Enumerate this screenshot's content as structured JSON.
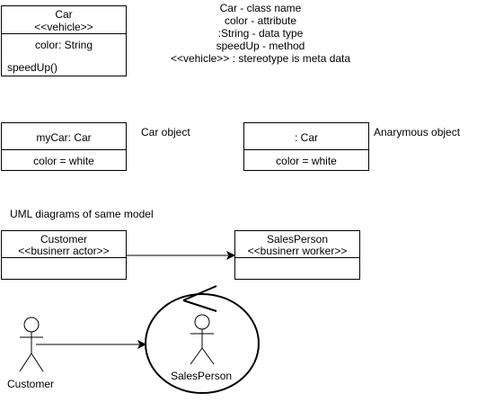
{
  "car_class": {
    "name": "Car",
    "stereotype": "<<vehicle>>",
    "attribute": "color: String",
    "operation": "speedUp()"
  },
  "notes": [
    "Car - class name",
    "color - attribute",
    ":String - data type",
    "speedUp - method",
    "<<vehicle>> : stereotype is meta data"
  ],
  "mycar_object": {
    "title": "myCar: Car",
    "value": "color = white",
    "caption": "Car object"
  },
  "anon_object": {
    "title": ": Car",
    "value": "color = white",
    "caption": "Anarymous object"
  },
  "uml_heading": "UML diagrams of same model",
  "customer_class": {
    "name": "Customer",
    "stereotype": "<<businerr actor>>"
  },
  "salesperson_class": {
    "name": "SalesPerson",
    "stereotype": "<<businerr worker>>"
  },
  "actor_customer_label": "Customer",
  "worker_salesperson_label": "SalesPerson"
}
